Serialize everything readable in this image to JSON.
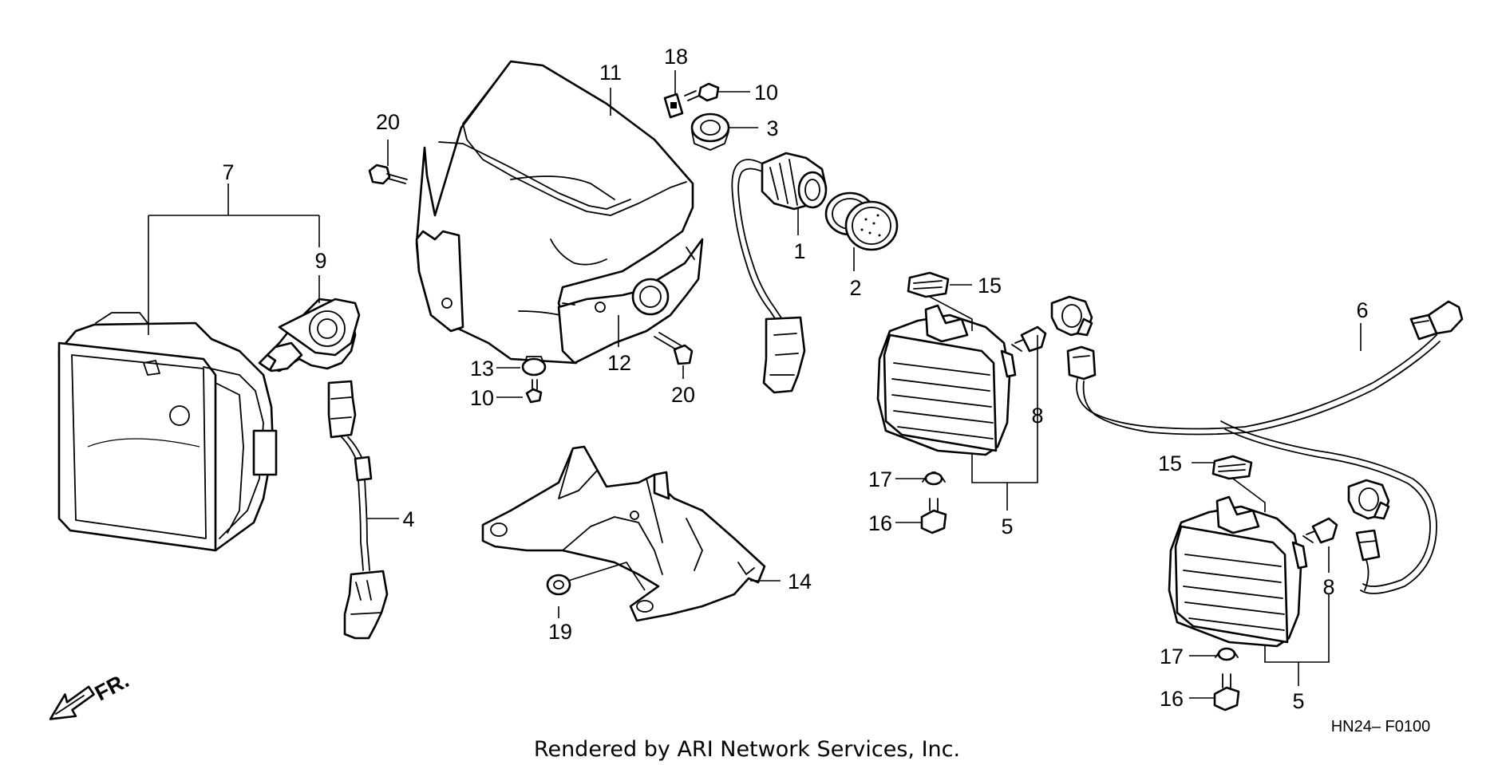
{
  "diagram": {
    "code": "HN24– F0100",
    "credit": "Rendered by ARI Network Services, Inc.",
    "front_marker": "FR."
  },
  "callouts": {
    "c1": "1",
    "c2": "2",
    "c3": "3",
    "c4": "4",
    "c5a": "5",
    "c5b": "5",
    "c6": "6",
    "c7": "7",
    "c8a": "8",
    "c8b": "8",
    "c9": "9",
    "c10a": "10",
    "c10b": "10",
    "c11": "11",
    "c12": "12",
    "c13": "13",
    "c14": "14",
    "c15a": "15",
    "c15b": "15",
    "c16a": "16",
    "c16b": "16",
    "c17a": "17",
    "c17b": "17",
    "c18": "18",
    "c19": "19",
    "c20a": "20",
    "c20b": "20"
  }
}
